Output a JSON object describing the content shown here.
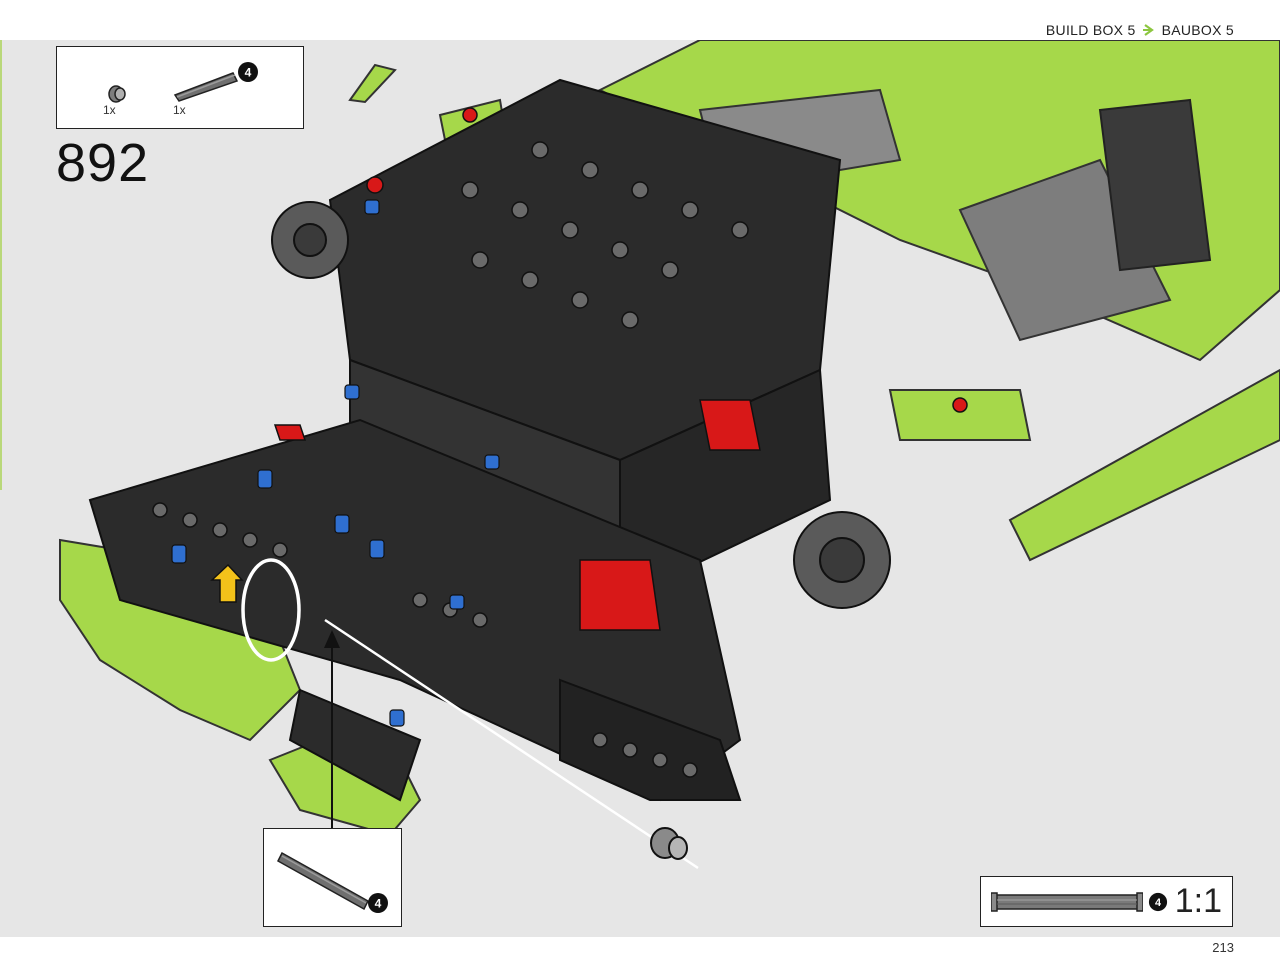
{
  "header": {
    "build_box_en": "BUILD BOX 5",
    "build_box_de": "BAUBOX 5"
  },
  "step": {
    "number": "892"
  },
  "parts_list": {
    "items": [
      {
        "part": "axle-connector",
        "quantity": "1x"
      },
      {
        "part": "technic-axle",
        "quantity": "1x",
        "length_badge": "4"
      }
    ]
  },
  "callout": {
    "part": "technic-axle",
    "length_badge": "4"
  },
  "scale_reference": {
    "length_badge": "4",
    "label": "1:1"
  },
  "page": {
    "number": "213"
  },
  "colors": {
    "lime": "#a6d84a",
    "black_beam": "#2b2b2b",
    "grey_part": "#8a8a8a",
    "blue_pin": "#2f6fd0",
    "red_part": "#d81818",
    "yellow_arrow": "#f3c21a",
    "background": "#e6e6e6"
  }
}
